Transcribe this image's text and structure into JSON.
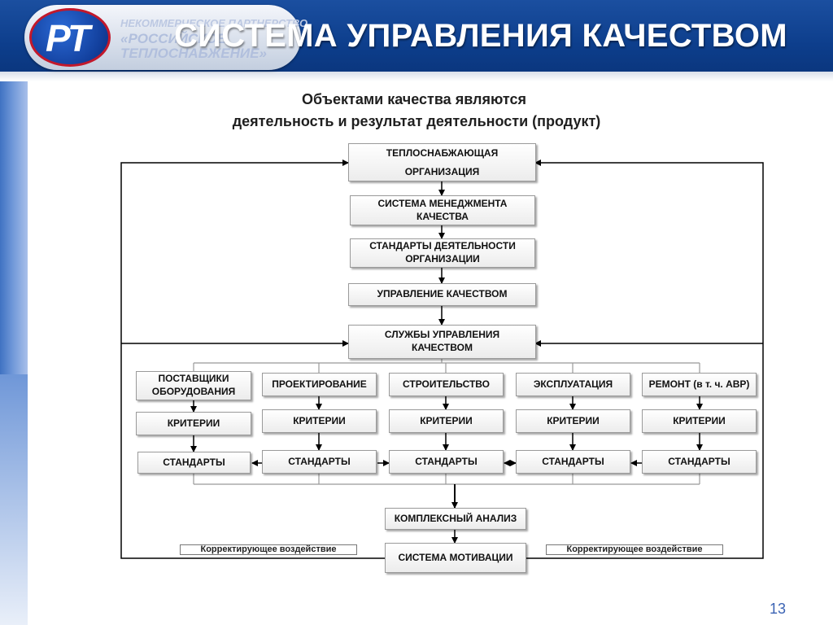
{
  "header": {
    "logo_mark": "РТ",
    "logo_lines": [
      "НЕКОММЕРЧЕСКОЕ ПАРТНЕРСТВО",
      "«РОССИЙСКОЕ",
      "ТЕПЛОСНАБЖЕНИЕ»"
    ],
    "title": "СИСТЕМА УПРАВЛЕНИЯ КАЧЕСТВОМ"
  },
  "subtitle": {
    "line1": "Объектами качества являются",
    "line2": "деятельность и результат деятельности (продукт)"
  },
  "chain": {
    "org": [
      "ТЕПЛОСНАБЖАЮЩАЯ",
      "ОРГАНИЗАЦИЯ"
    ],
    "qms": [
      "СИСТЕМА МЕНЕДЖМЕНТА",
      "КАЧЕСТВА"
    ],
    "standards": [
      "СТАНДАРТЫ ДЕЯТЕЛЬНОСТИ",
      "ОРГАНИЗАЦИИ"
    ],
    "management": "УПРАВЛЕНИЕ КАЧЕСТВОМ",
    "services": [
      "СЛУЖБЫ УПРАВЛЕНИЯ",
      "КАЧЕСТВОМ"
    ]
  },
  "columns": [
    {
      "name": [
        "ПОСТАВЩИКИ",
        "ОБОРУДОВАНИЯ"
      ],
      "criteria": "КРИТЕРИИ",
      "standards": "СТАНДАРТЫ"
    },
    {
      "name": [
        "ПРОЕКТИРОВАНИЕ"
      ],
      "criteria": "КРИТЕРИИ",
      "standards": "СТАНДАРТЫ"
    },
    {
      "name": [
        "СТРОИТЕЛЬСТВО"
      ],
      "criteria": "КРИТЕРИИ",
      "standards": "СТАНДАРТЫ"
    },
    {
      "name": [
        "ЭКСПЛУАТАЦИЯ"
      ],
      "criteria": "КРИТЕРИИ",
      "standards": "СТАНДАРТЫ"
    },
    {
      "name": [
        "РЕМОНТ (в т. ч. АВР)"
      ],
      "criteria": "КРИТЕРИИ",
      "standards": "СТАНДАРТЫ"
    }
  ],
  "bottom": {
    "analysis": "КОМПЛЕКСНЫЙ АНАЛИЗ",
    "motivation": "СИСТЕМА МОТИВАЦИИ",
    "corrective_left": "Корректирующее воздействие",
    "corrective_right": "Корректирующее воздействие"
  },
  "colors": {
    "header": "#0d3e8c",
    "accent_red": "#c2182b",
    "page_number": "#3c64b4"
  },
  "page_number": "13"
}
